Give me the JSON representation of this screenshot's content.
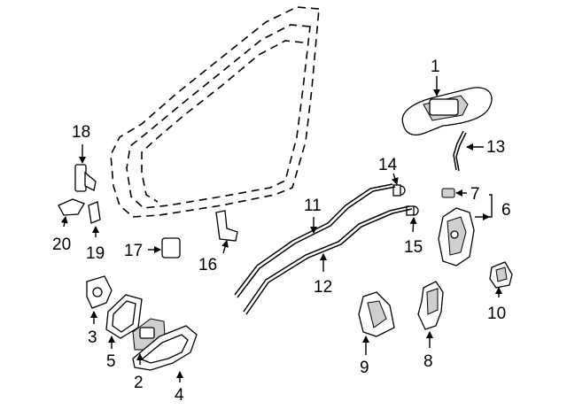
{
  "callouts": {
    "c1": "1",
    "c2": "2",
    "c3": "3",
    "c4": "4",
    "c5": "5",
    "c6": "6",
    "c7": "7",
    "c8": "8",
    "c9": "9",
    "c10": "10",
    "c11": "11",
    "c12": "12",
    "c13": "13",
    "c14": "14",
    "c15": "15",
    "c16": "16",
    "c17": "17",
    "c18": "18",
    "c19": "19",
    "c20": "20"
  },
  "colors": {
    "line": "#000000",
    "background": "#ffffff",
    "shade": "#cfcfcf"
  }
}
